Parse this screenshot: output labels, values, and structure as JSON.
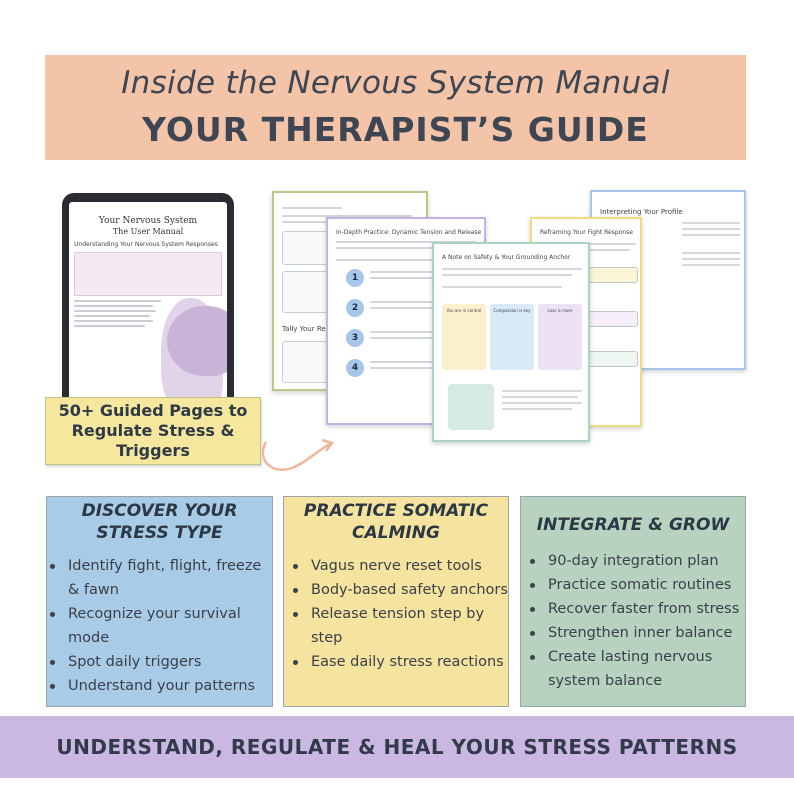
{
  "header": {
    "script_title": "Inside the Nervous System Manual",
    "main_title": "YOUR THERAPIST’S GUIDE"
  },
  "tablet": {
    "title": "Your Nervous System",
    "subtitle": "The User Manual",
    "heading": "Understanding Your Nervous System Responses"
  },
  "sheets": {
    "sheet1_title": "Tally Your Results",
    "sheet2_title": "In-Depth Practice: Dynamic Tension and Release",
    "sheet3_title": "Reframing Your Fight Response",
    "sheet4_title": "Interpreting Your Profile",
    "sheet5_title": "A Note on Safety & Your Grounding Anchor",
    "sheet5_cols": [
      "You are in control",
      "Compassion is key",
      "Less is more"
    ],
    "steps": [
      "1",
      "2",
      "3",
      "4"
    ]
  },
  "badge": {
    "line1": "50+ Guided Pages to",
    "line2": "Regulate Stress &",
    "line3": "Triggers"
  },
  "columns": [
    {
      "title_line1": "DISCOVER YOUR",
      "title_line2": "STRESS TYPE",
      "items": [
        "Identify fight, flight, freeze & fawn",
        "Recognize your survival mode",
        "Spot daily triggers",
        "Understand your patterns"
      ]
    },
    {
      "title_line1": "PRACTICE SOMATIC",
      "title_line2": "CALMING",
      "items": [
        "Vagus nerve reset tools",
        "Body-based safety anchors",
        "Release tension step by step",
        "Ease daily stress reactions"
      ]
    },
    {
      "title_line1": "INTEGRATE & GROW",
      "title_line2": "",
      "items": [
        "90-day integration plan",
        "Practice somatic routines",
        "Recover faster from stress",
        "Strengthen inner balance",
        "Create lasting nervous system balance"
      ]
    }
  ],
  "footer": {
    "tagline": "UNDERSTAND, REGULATE & HEAL YOUR STRESS PATTERNS"
  },
  "colors": {
    "header_bg": "#f3c4a7",
    "badge_bg": "#f5e79d",
    "col1_bg": "#a8cbe7",
    "col2_bg": "#f5e4a0",
    "col3_bg": "#b8d2c0",
    "footer_bg": "#cbb8e2"
  }
}
